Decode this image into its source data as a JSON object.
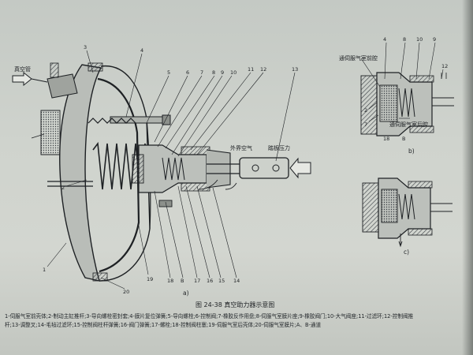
{
  "labels": {
    "vacuum_pipe": "真空管",
    "outside_air": "外界空气",
    "pedal_force": "踏板压力",
    "front_chamber": "通伺服气室前腔",
    "rear_chamber": "通伺服气室后腔"
  },
  "callouts_main": [
    "1",
    "2",
    "3",
    "4",
    "5",
    "6",
    "7",
    "8",
    "9",
    "10",
    "11",
    "12",
    "13",
    "14",
    "15",
    "16",
    "17",
    "18",
    "B",
    "19",
    "20"
  ],
  "callouts_b": [
    "4",
    "8",
    "10",
    "9",
    "12",
    "7",
    "2",
    "18",
    "B"
  ],
  "subfig": {
    "a": "a)",
    "b": "b)",
    "c": "c)"
  },
  "figure_title": "图 24-38   真空助力器示意图",
  "legend_line_1": "1-伺服气室前壳体;2-制动主缸推杆;3-导向螺栓密封套;4-膜片复位弹簧;5-导向螺栓;6-控制阀;7-橡胶反作用盘;8-伺服气室膜片座;9-橡胶阀门;10-大气阀座;11-过滤环;12-控制阀推",
  "legend_line_2": "杆;13-调整叉;14-毛毡过滤环;15-控制阀柱杆弹簧;16-阀门弹簧;17-螺栓;18-控制阀柱塞;19-伺服气室后壳体;20-伺服气室膜片;A、B-通道",
  "colors": {
    "paper": "#cfd3cd",
    "ink": "#1e2124",
    "hatch": "#3a3f44"
  }
}
